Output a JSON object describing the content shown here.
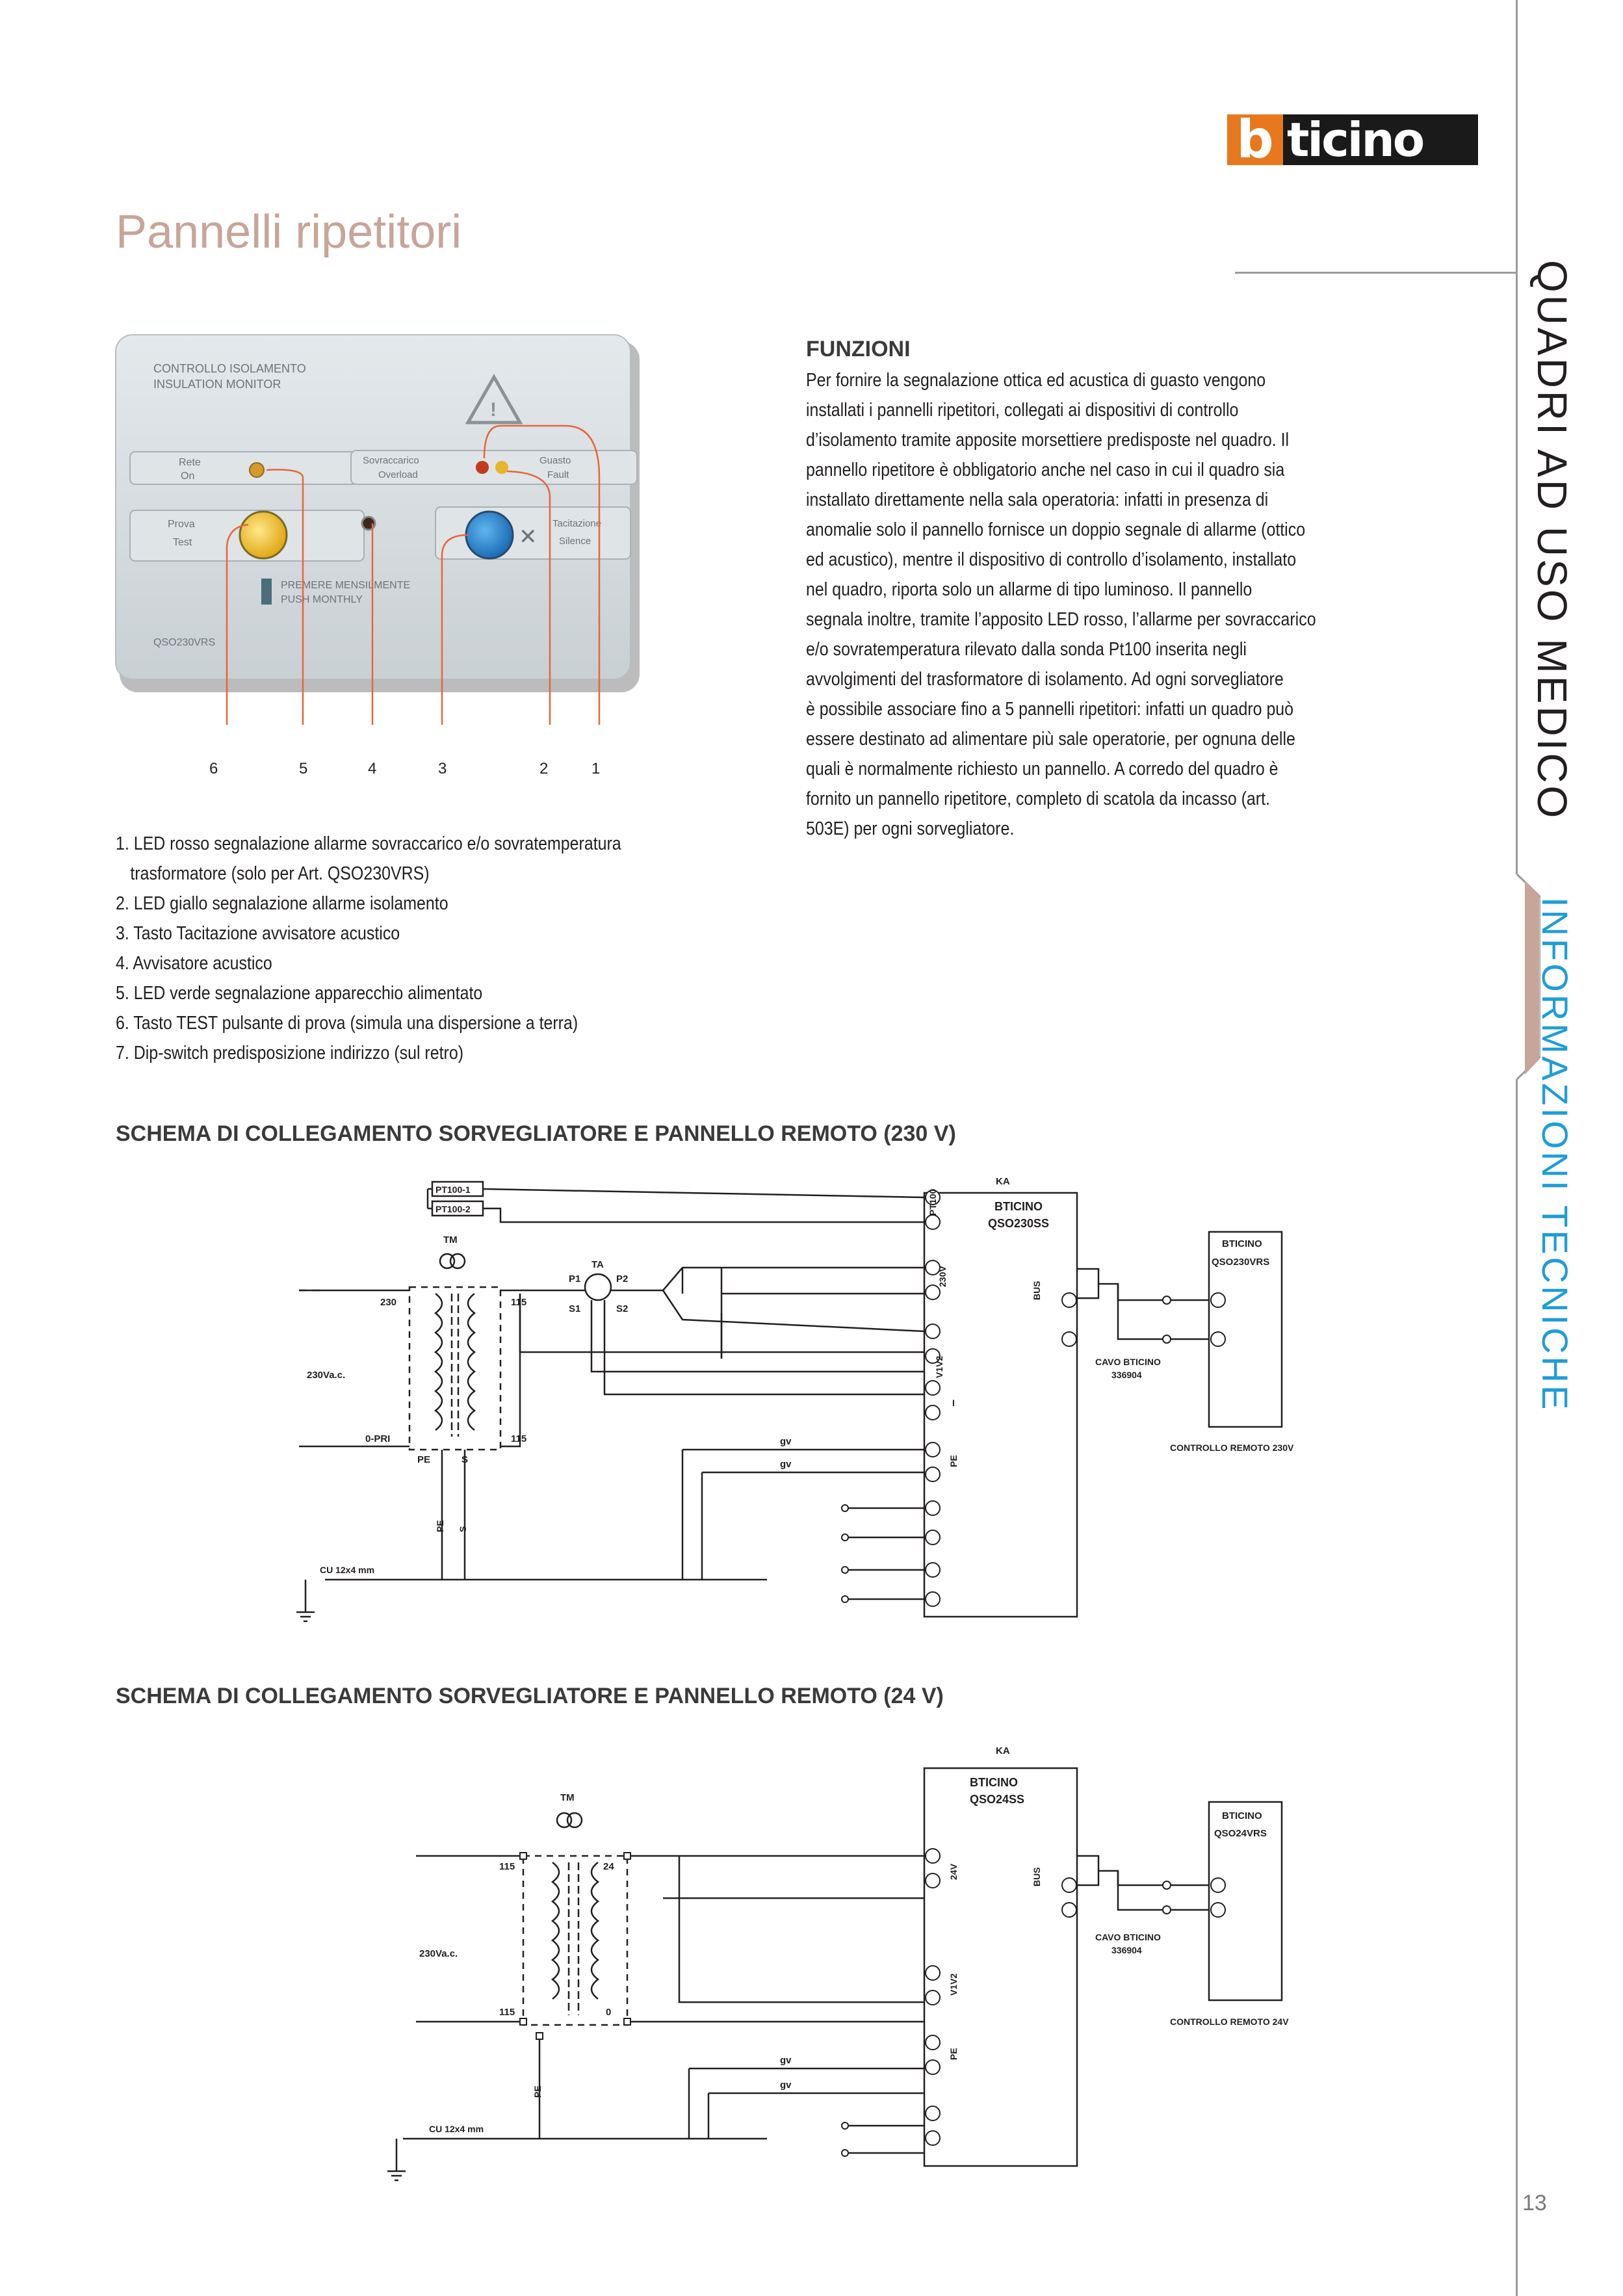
{
  "brand": {
    "logo_b": "b",
    "logo_rest": "ticino"
  },
  "page_title": "Pannelli ripetitori",
  "side": {
    "main": "QUADRI AD USO MEDICO",
    "sub": "INFORMAZIONI TECNICHE"
  },
  "page_number": "13",
  "panel": {
    "title_line1": "CONTROLLO ISOLAMENTO",
    "title_line2": "INSULATION MONITOR",
    "rete_1": "Rete",
    "rete_2": "On",
    "prova_1": "Prova",
    "prova_2": "Test",
    "sovr_1": "Sovraccarico",
    "sovr_2": "Overload",
    "guasto_1": "Guasto",
    "guasto_2": "Fault",
    "tac_1": "Tacitazione",
    "tac_2": "Silence",
    "premere_1": "PREMERE MENSILMENTE",
    "premere_2": "PUSH MONTHLY",
    "model": "QSO230VRS",
    "callouts": [
      "6",
      "5",
      "4",
      "3",
      "2",
      "1"
    ]
  },
  "legend": [
    "1. LED rosso segnalazione allarme sovraccarico e/o sovratemperatura",
    "trasformatore (solo per Art. QSO230VRS)",
    "2. LED giallo segnalazione allarme isolamento",
    "3. Tasto Tacitazione avvisatore acustico",
    "4. Avvisatore acustico",
    "5. LED verde segnalazione apparecchio alimentato",
    "6. Tasto TEST pulsante di prova (simula una dispersione a terra)",
    "7. Dip-switch predisposizione indirizzo (sul retro)"
  ],
  "funzioni": {
    "heading": "FUNZIONI",
    "lines": [
      "Per fornire la segnalazione ottica ed acustica di guasto vengono",
      "installati i pannelli ripetitori, collegati ai dispositivi di controllo",
      "d’isolamento tramite apposite morsettiere predisposte nel quadro. Il",
      "pannello ripetitore è obbligatorio anche nel caso in cui il quadro sia",
      "installato direttamente nella sala operatoria: infatti in presenza di",
      "anomalie solo il pannello fornisce un doppio segnale di allarme (ottico",
      "ed acustico), mentre il dispositivo di controllo d’isolamento, installato",
      "nel quadro, riporta solo un allarme di tipo luminoso. Il pannello",
      "segnala inoltre, tramite l’apposito LED rosso, l’allarme per sovraccarico",
      "e/o sovratemperatura rilevato dalla sonda Pt100 inserita negli",
      "avvolgimenti del trasformatore di isolamento. Ad ogni sorvegliatore",
      "è possibile associare fino a 5 pannelli ripetitori: infatti un quadro può",
      "essere destinato ad alimentare più sale operatorie, per ognuna delle",
      "quali è normalmente richiesto un pannello. A corredo del quadro è",
      "fornito un pannello ripetitore, completo di scatola da incasso (art.",
      "503E) per ogni sorvegliatore."
    ]
  },
  "schema230": {
    "title": "SCHEMA DI COLLEGAMENTO SORVEGLIATORE E PANNELLO REMOTO (230 V)",
    "ka": "KA",
    "main_1": "BTICINO",
    "main_2": "QSO230SS",
    "remote_1": "BTICINO",
    "remote_2": "QSO230VRS",
    "pt1": "PT100-1",
    "pt2": "PT100-2",
    "pt100": "PT100",
    "tm": "TM",
    "ta": "TA",
    "p1": "P1",
    "p2": "P2",
    "s1": "S1",
    "s2": "S2",
    "v230": "230",
    "v115a": "115",
    "v115b": "115",
    "opri": "0-PRI",
    "vac": "230Va.c.",
    "pe": "PE",
    "s": "S",
    "v230v": "230V",
    "v1v2": "V1V2",
    "i": "I",
    "pe_term": "PE",
    "gv1": "gv",
    "gv2": "gv",
    "bus": "BUS",
    "cavo_1": "CAVO BTICINO",
    "cavo_2": "336904",
    "controllo": "CONTROLLO REMOTO 230V",
    "cu": "CU 12x4 mm",
    "pe_v": "PE",
    "s_v": "S"
  },
  "schema24": {
    "title": "SCHEMA DI COLLEGAMENTO SORVEGLIATORE E PANNELLO REMOTO (24 V)",
    "ka": "KA",
    "main_1": "BTICINO",
    "main_2": "QSO24SS",
    "remote_1": "BTICINO",
    "remote_2": "QSO24VRS",
    "tm": "TM",
    "v115a": "115",
    "v115b": "115",
    "v24": "24",
    "v0": "0",
    "vac": "230Va.c.",
    "v24v": "24V",
    "v1v2": "V1V2",
    "pe_term": "PE",
    "gv1": "gv",
    "gv2": "gv",
    "bus": "BUS",
    "cavo_1": "CAVO BTICINO",
    "cavo_2": "336904",
    "controllo": "CONTROLLO REMOTO 24V",
    "cu": "CU 12x4 mm",
    "pe_v": "PE"
  }
}
